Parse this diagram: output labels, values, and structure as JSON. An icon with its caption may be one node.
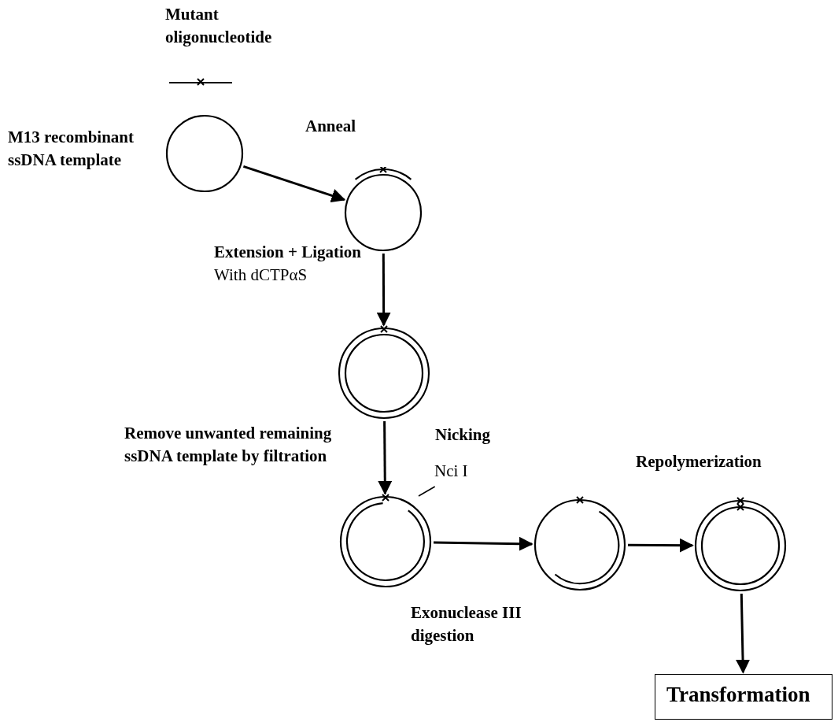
{
  "diagram": {
    "nodes": [
      {
        "text": [],
        "shape": "circle",
        "beside": [
          "M13 recombinant ssDNA template"
        ]
      },
      {
        "text": [],
        "shape": "circle"
      },
      {
        "text": [],
        "shape": "circle"
      },
      {
        "text": [],
        "shape": "circle"
      },
      {
        "text": [
          "Nci I"
        ]
      },
      {
        "text": [],
        "shape": "circle"
      },
      {
        "text": [],
        "shape": "circle"
      },
      {
        "text": [
          "Transformation"
        ]
      }
    ],
    "edges": [
      {
        "from": 0,
        "to": 1,
        "arrow": "to",
        "label": "Anneal"
      },
      {
        "from": 1,
        "to": 2,
        "arrow": "to",
        "label": "**Extension + Ligation** With dCTPαS"
      },
      {
        "from": 2,
        "to": 3,
        "arrow": "to",
        "label": "Remove unwanted remaining ssDNA template by filtration"
      },
      {
        "from": 3,
        "to": 5,
        "arrow": "to",
        "label": "Exonuclease III digestion"
      },
      {
        "from": 5,
        "to": 6,
        "arrow": "to",
        "label": "Repolymerization"
      },
      {
        "from": 6,
        "to": 7,
        "arrow": "to"
      },
      {
        "from": 4,
        "to": null,
        "arrow": "none"
      }
    ],
    "labels": [
      "Mutant oligonucleotide",
      "Nicking"
    ]
  }
}
